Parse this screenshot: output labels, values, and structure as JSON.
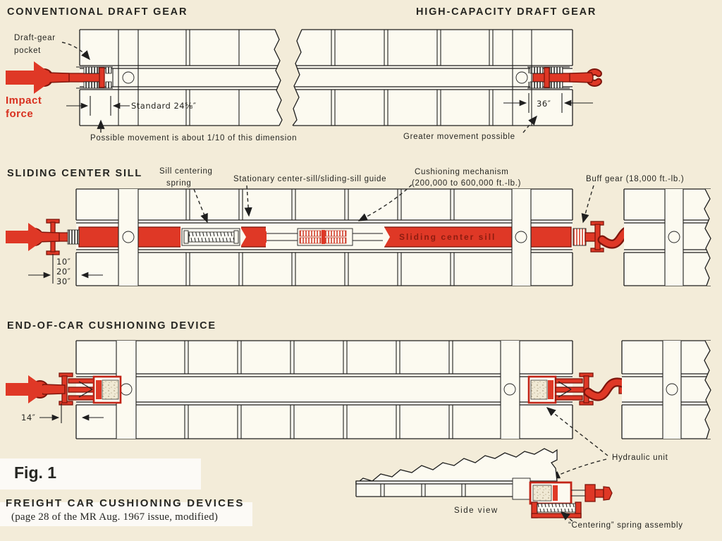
{
  "colors": {
    "background": "#f3ecd9",
    "car_white": "#fcfaf0",
    "accent_red": "#df3826",
    "dark_red": "#7e150c",
    "line_black": "#1f1f1f"
  },
  "conventional": {
    "title": "CONVENTIONAL DRAFT GEAR",
    "pocket_label_line1": "Draft-gear",
    "pocket_label_line2": "pocket",
    "impact_line1": "Impact",
    "impact_line2": "force",
    "standard_dim": "Standard 24⅝″",
    "movement_note": "Possible movement is about 1/10 of this dimension"
  },
  "high_capacity": {
    "title": "HIGH-CAPACITY DRAFT GEAR",
    "dim": "36″",
    "movement_note": "Greater movement possible"
  },
  "sliding_sill": {
    "title": "SLIDING CENTER SILL",
    "centering_line1": "Sill centering",
    "centering_line2": "spring",
    "guide_label": "Stationary center-sill/sliding-sill guide",
    "cushioning_line1": "Cushioning mechanism",
    "cushioning_line2": "(200,000 to 600,000 ft.-lb.)",
    "buff_gear_label": "Buff gear (18,000 ft.-lb.)",
    "sill_text": "Sliding center sill",
    "dim1": "10″",
    "dim2": "20″",
    "dim3": "30″"
  },
  "end_of_car": {
    "title": "END-OF-CAR CUSHIONING DEVICE",
    "dim": "14″",
    "hydraulic_label": "Hydraulic unit",
    "side_view_label": "Side view",
    "centering_label": "“Centering” spring assembly"
  },
  "caption": {
    "figure": "Fig. 1",
    "title": "FREIGHT CAR CUSHIONING DEVICES",
    "source": "(page 28 of the MR Aug. 1967 issue, modified)"
  }
}
